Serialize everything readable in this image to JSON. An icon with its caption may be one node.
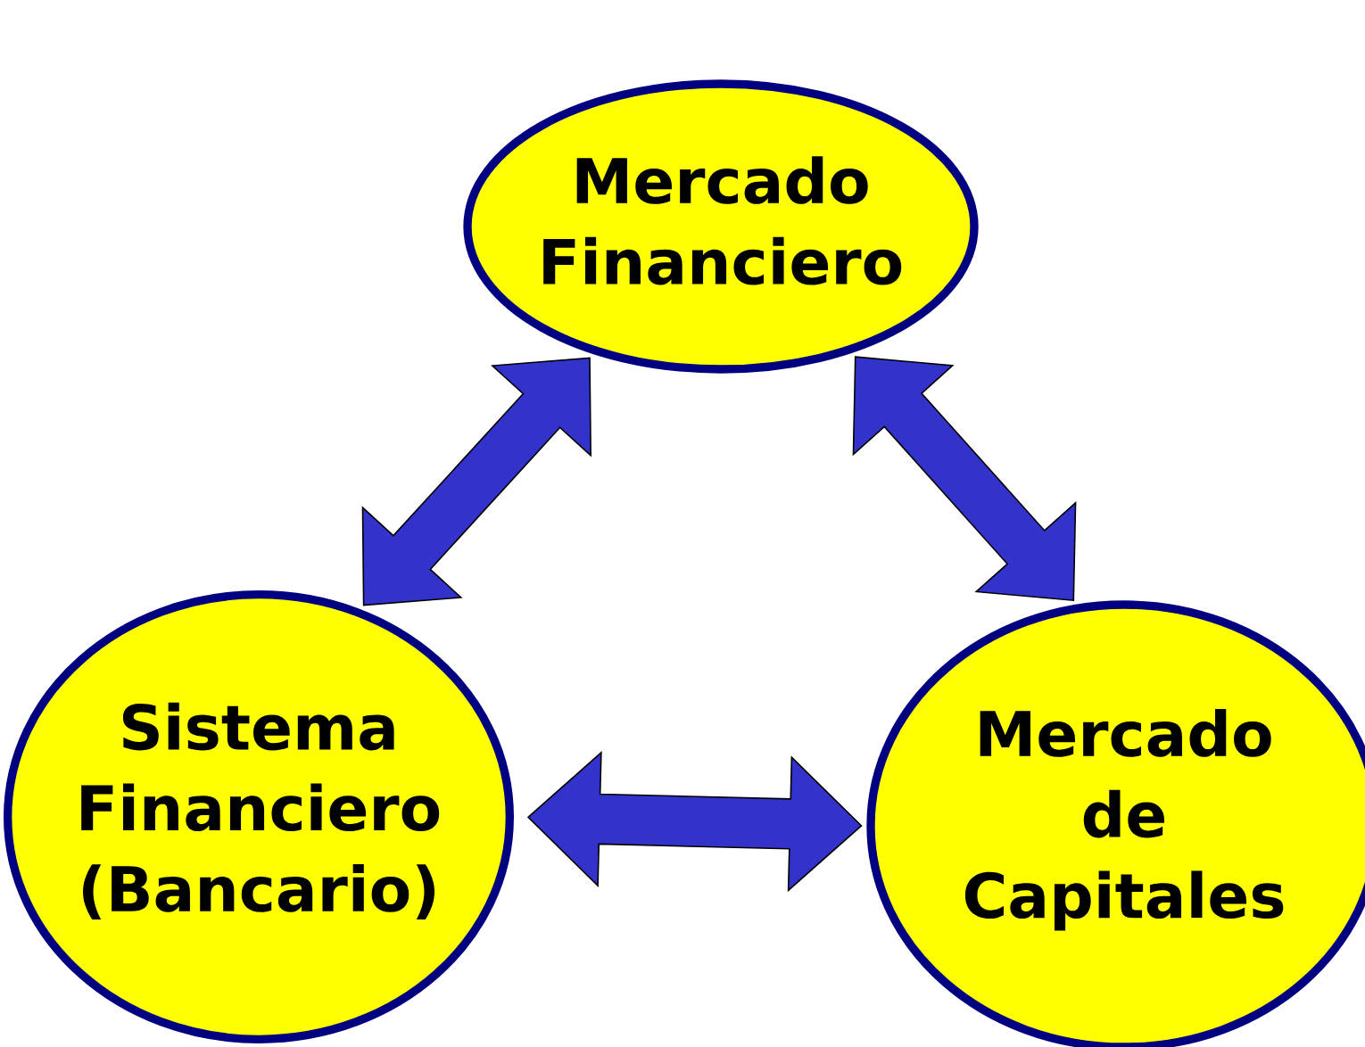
{
  "diagram": {
    "nodes": [
      {
        "text": [
          "Mercado Financiero"
        ]
      },
      {
        "text": [
          "Sistema Financiero (Bancario)"
        ]
      },
      {
        "text": [
          "Mercado de Capitales"
        ]
      }
    ],
    "edges": [
      {
        "from": 0,
        "to": 1,
        "arrow": "both"
      },
      {
        "from": 0,
        "to": 2,
        "arrow": "both"
      },
      {
        "from": 1,
        "to": 2,
        "arrow": "both"
      }
    ]
  }
}
